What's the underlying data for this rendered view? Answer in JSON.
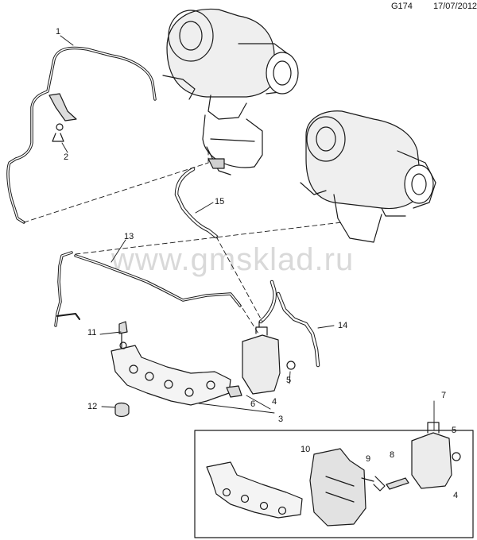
{
  "header": {
    "code": "G174",
    "date": "17/07/2012"
  },
  "watermark": "www.gmsklad.ru",
  "callouts": [
    "1",
    "2",
    "15",
    "13",
    "11",
    "14",
    "4",
    "5",
    "12",
    "6",
    "3",
    "7",
    "10",
    "9",
    "8",
    "5",
    "4"
  ],
  "colors": {
    "line": "#1a1a1a",
    "shade": "#e2e2e2",
    "watermark": "#d9d9d9"
  }
}
